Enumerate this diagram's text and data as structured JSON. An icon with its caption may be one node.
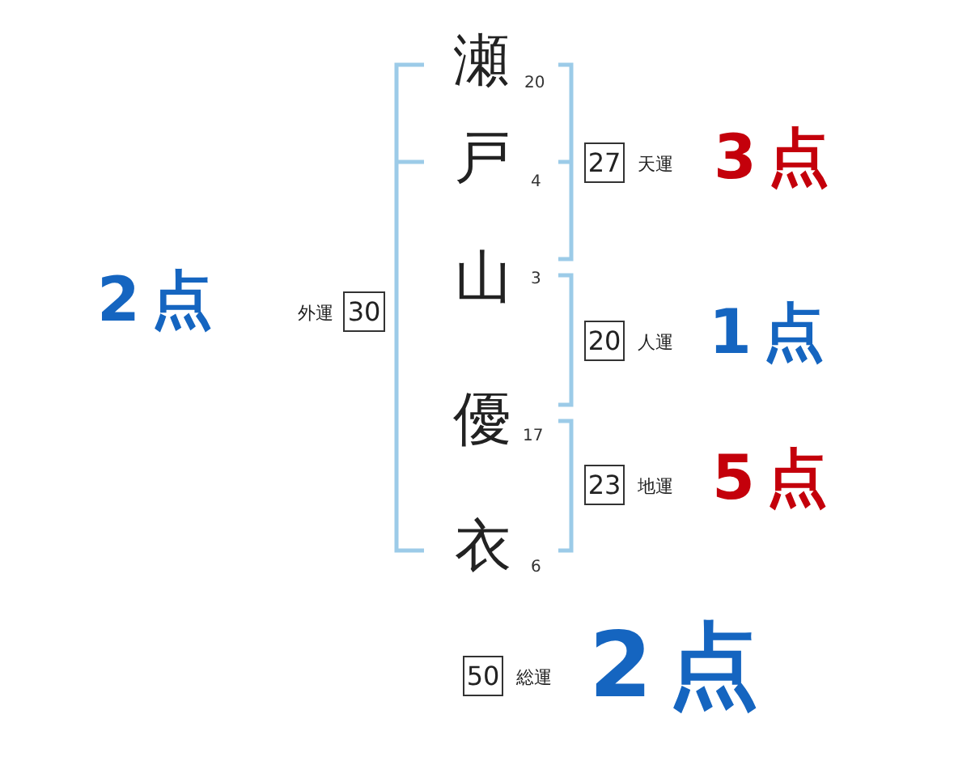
{
  "diagram": {
    "nodes": [
      {
        "text": [
          "27"
        ],
        "beside": [
          "天運"
        ]
      },
      {
        "text": [
          "30"
        ],
        "beside": [
          "外運"
        ]
      },
      {
        "text": [
          "20"
        ],
        "beside": [
          "人運"
        ]
      },
      {
        "text": [
          "23"
        ],
        "beside": [
          "地運"
        ]
      },
      {
        "text": [
          "50"
        ],
        "beside": [
          "総運"
        ]
      }
    ],
    "labels": [
      "瀬",
      "20",
      "戸",
      "4",
      "3点",
      "2点",
      "山",
      "3",
      "1点",
      "優",
      "17",
      "5点",
      "衣",
      "6",
      "2点"
    ]
  }
}
